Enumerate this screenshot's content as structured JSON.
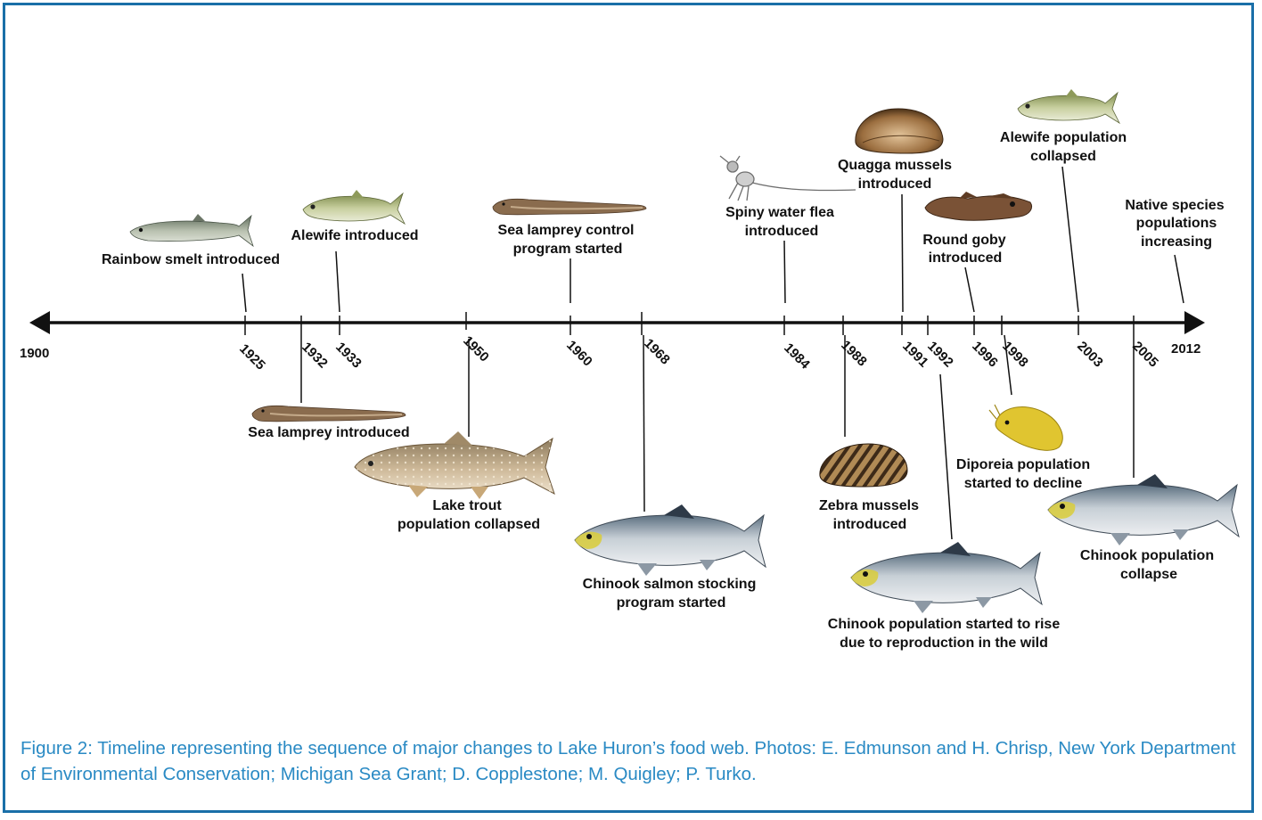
{
  "timeline": {
    "start_label": "1900",
    "end_label": "2012",
    "years": [
      {
        "label": "1925"
      },
      {
        "label": "1932"
      },
      {
        "label": "1933"
      },
      {
        "label": "1950"
      },
      {
        "label": "1960"
      },
      {
        "label": "1968"
      },
      {
        "label": "1984"
      },
      {
        "label": "1988"
      },
      {
        "label": "1991"
      },
      {
        "label": "1992"
      },
      {
        "label": "1996"
      },
      {
        "label": "1998"
      },
      {
        "label": "2003"
      },
      {
        "label": "2005"
      }
    ]
  },
  "events": [
    {
      "year": "1925",
      "lines": [
        "Rainbow smelt introduced"
      ],
      "image": "rainbow-smelt"
    },
    {
      "year": "1932",
      "lines": [
        "Sea lamprey introduced"
      ],
      "image": "sea-lamprey"
    },
    {
      "year": "1933",
      "lines": [
        "Alewife introduced"
      ],
      "image": "alewife"
    },
    {
      "year": "1950",
      "lines": [
        "Lake trout",
        "population collapsed"
      ],
      "image": "lake-trout"
    },
    {
      "year": "1960",
      "lines": [
        "Sea lamprey control",
        "program started"
      ],
      "image": "sea-lamprey"
    },
    {
      "year": "1968",
      "lines": [
        "Chinook salmon stocking",
        "program started"
      ],
      "image": "chinook-salmon"
    },
    {
      "year": "1984",
      "lines": [
        "Spiny water flea",
        "introduced"
      ],
      "image": "spiny-water-flea"
    },
    {
      "year": "1988",
      "lines": [
        "Zebra mussels",
        "introduced"
      ],
      "image": "zebra-mussel"
    },
    {
      "year": "1991",
      "lines": [
        "Quagga mussels",
        "introduced"
      ],
      "image": "quagga-mussel"
    },
    {
      "year": "1992",
      "lines": [
        "Chinook population started to rise",
        "due to reproduction in the wild"
      ],
      "image": "chinook-salmon"
    },
    {
      "year": "1996",
      "lines": [
        "Round goby",
        "introduced"
      ],
      "image": "round-goby"
    },
    {
      "year": "1998",
      "lines": [
        "Diporeia population",
        "started to decline"
      ],
      "image": "diporeia"
    },
    {
      "year": "2003",
      "lines": [
        "Alewife population",
        "collapsed"
      ],
      "image": "alewife"
    },
    {
      "year": "2005",
      "lines": [
        "Chinook population",
        "collapse"
      ],
      "image": "chinook-salmon"
    },
    {
      "year": "2012",
      "lines": [
        "Native species",
        "populations",
        "increasing"
      ],
      "image": ""
    }
  ],
  "caption": "Figure 2: Timeline representing the sequence of major changes to Lake Huron’s food web. Photos: E. Edmunson and H. Chrisp, New York Department of Environmental Conservation; Michigan Sea Grant; D. Copplestone; M. Quigley; P. Turko.",
  "colors": {
    "border": "#1a6fa8",
    "caption": "#2a8ac4",
    "axis": "#111111"
  }
}
